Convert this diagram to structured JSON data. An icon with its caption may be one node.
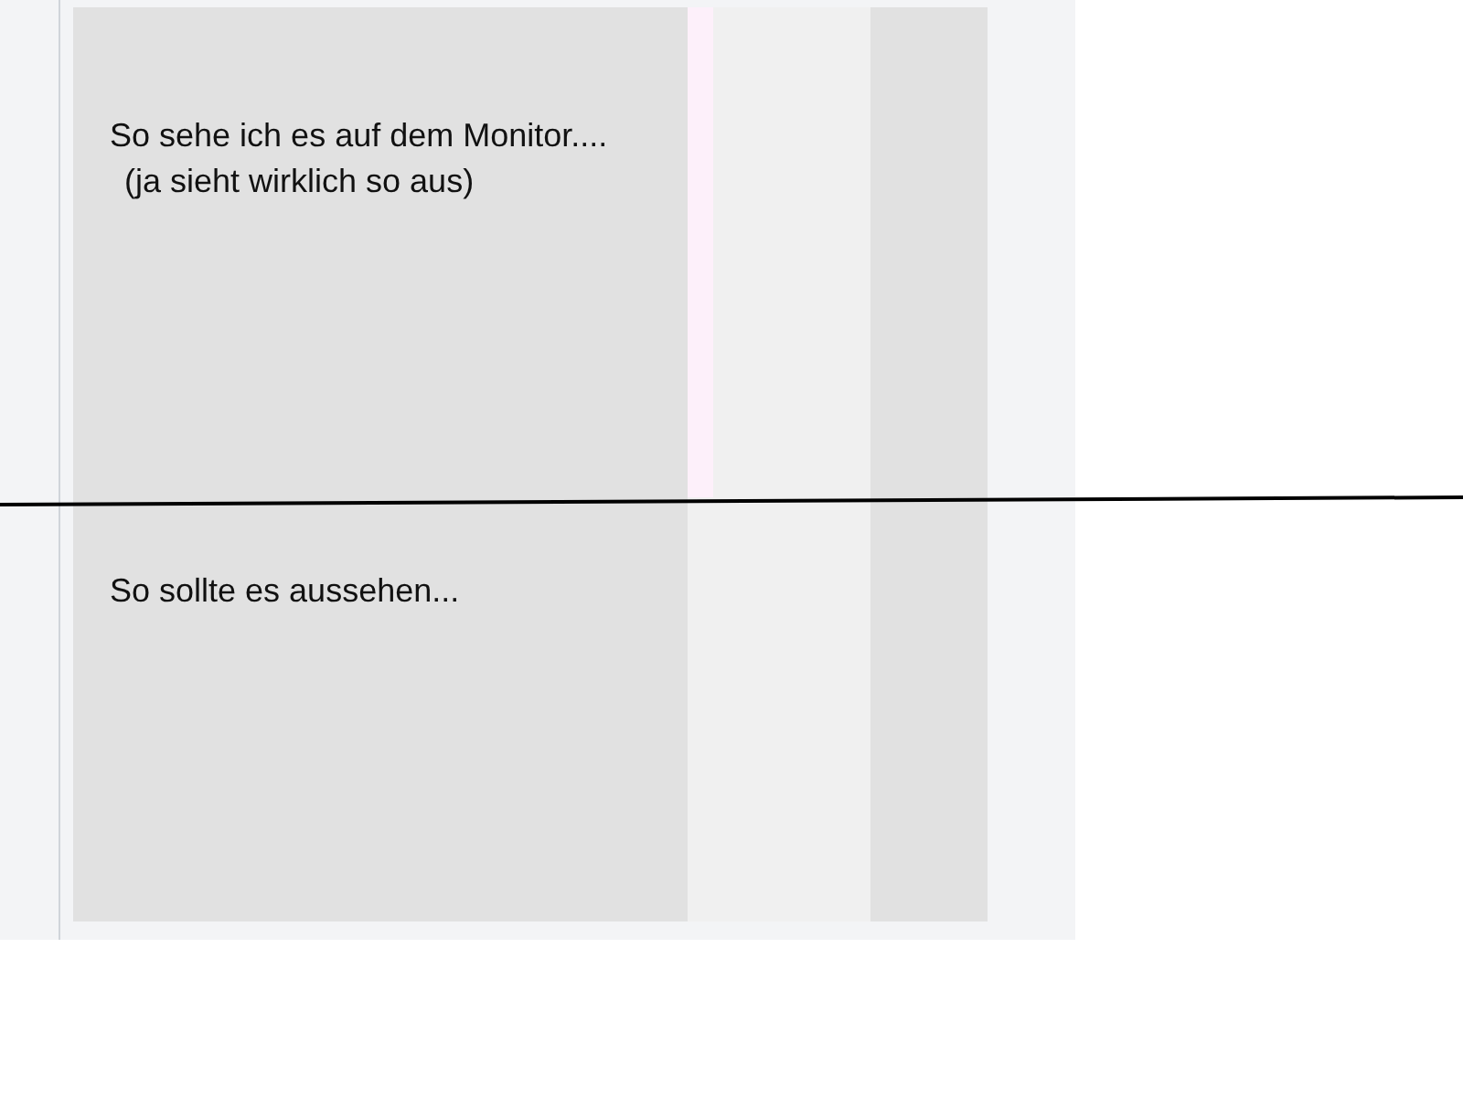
{
  "diagram": {
    "labels": [
      "So sehe ich es auf dem Monitor....",
      "(ja sieht wirklich so aus)",
      "So sollte es aussehen..."
    ]
  }
}
